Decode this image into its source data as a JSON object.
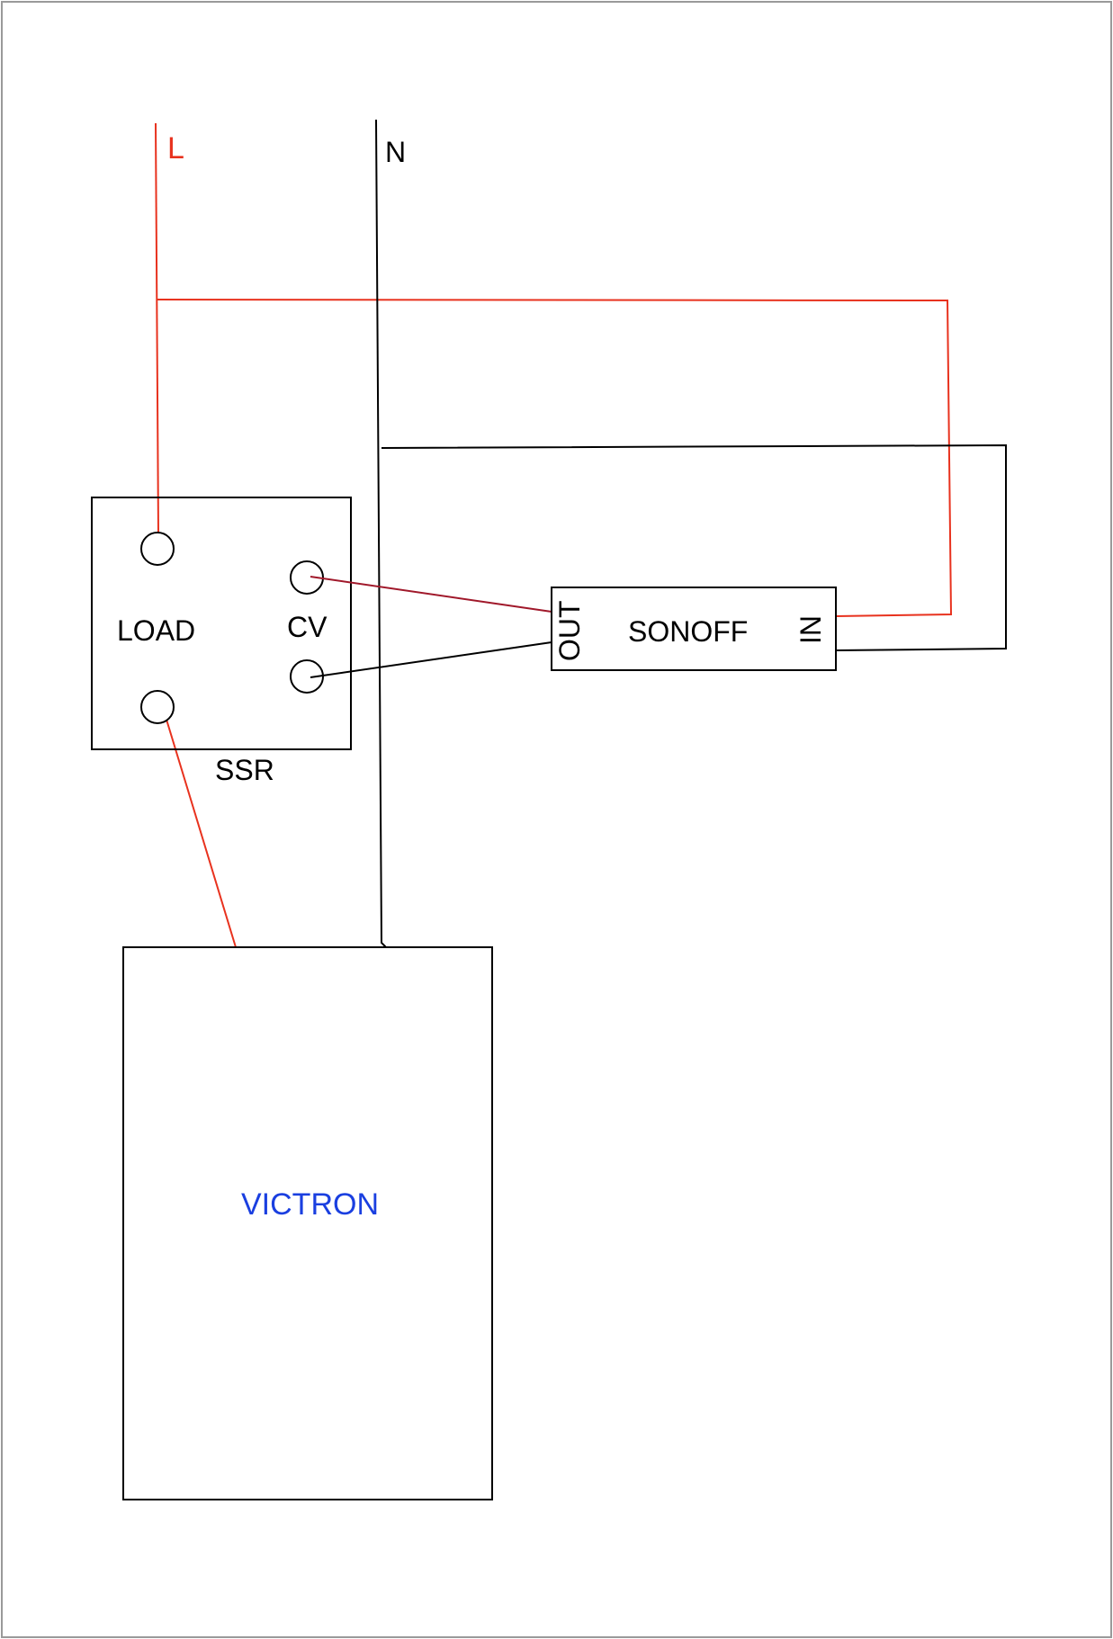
{
  "wires": {
    "live_label": "L",
    "neutral_label": "N"
  },
  "ssr": {
    "load_label": "LOAD",
    "cv_label": "CV",
    "caption": "SSR"
  },
  "sonoff": {
    "label": "SONOFF",
    "out_label": "OUT",
    "in_label": "IN"
  },
  "victron": {
    "label": "VICTRON"
  },
  "colors": {
    "live": "#e8321e",
    "control": "#a0182a",
    "neutral": "#000000",
    "victron_text": "#1a3fe0",
    "frame": "#9a9a9a"
  }
}
